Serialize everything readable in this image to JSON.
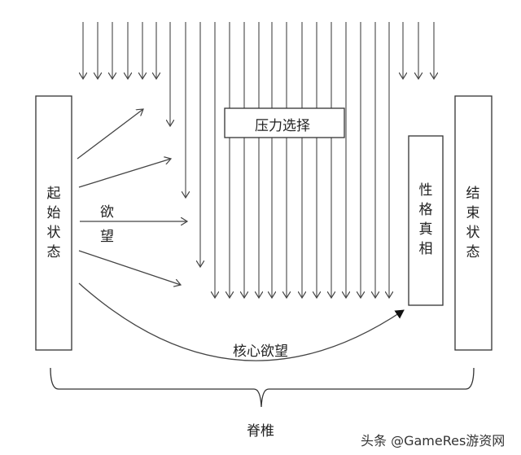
{
  "start_state": "起始状态",
  "end_state": "结束状态",
  "pressure_label": "压力选择",
  "truth_label": "性格真相",
  "desire_label": [
    "欲",
    "望"
  ],
  "core_desire_label": "核心欲望",
  "spine_label": "脊椎",
  "watermark": "头条 @GameRes游资网",
  "colors": {
    "line": "#444444",
    "box": "#333333"
  }
}
